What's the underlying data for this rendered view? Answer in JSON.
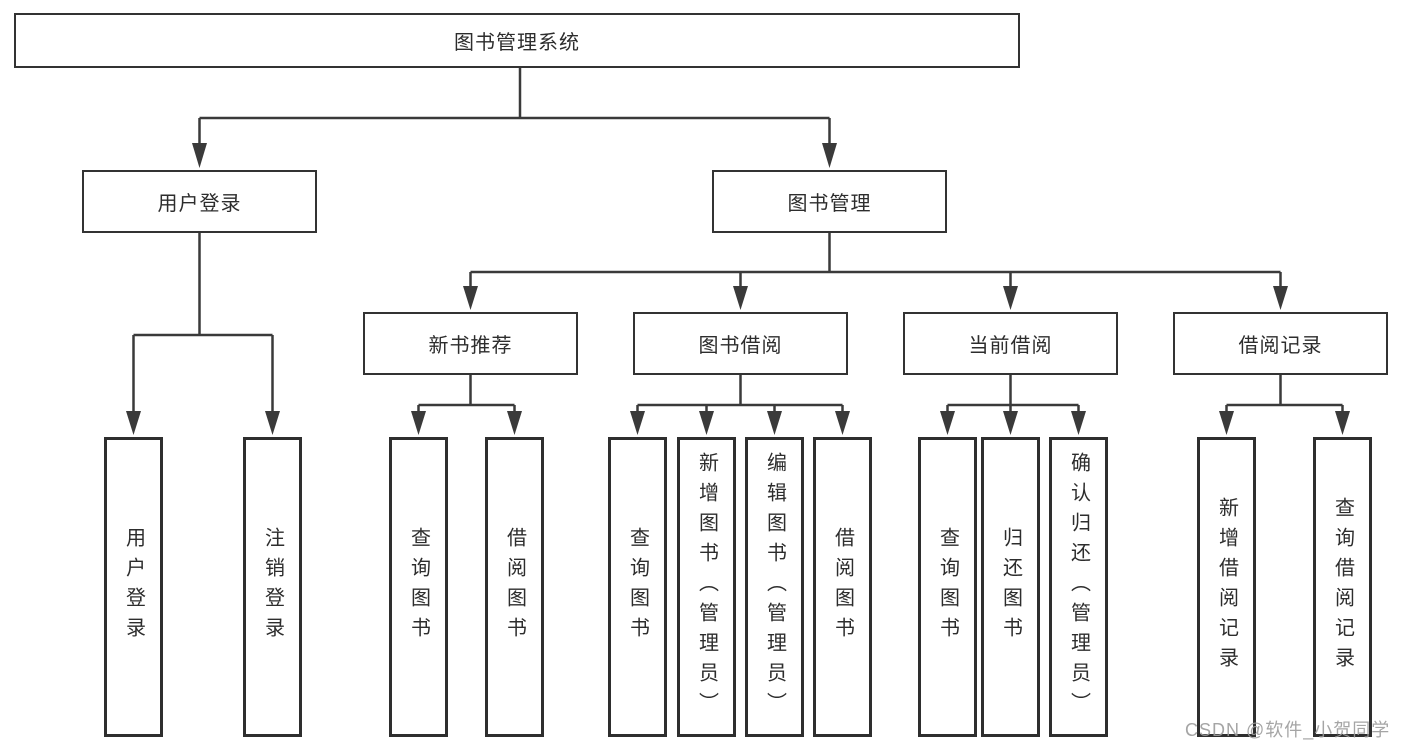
{
  "diagram": {
    "root": {
      "label": "图书管理系统",
      "children": [
        {
          "label": "用户登录",
          "children": [
            {
              "label": "用户登录"
            },
            {
              "label": "注销登录"
            }
          ]
        },
        {
          "label": "图书管理",
          "children": [
            {
              "label": "新书推荐",
              "children": [
                {
                  "label": "查询图书"
                },
                {
                  "label": "借阅图书"
                }
              ]
            },
            {
              "label": "图书借阅",
              "children": [
                {
                  "label": "查询图书"
                },
                {
                  "label": "新增图书（管理员）"
                },
                {
                  "label": "编辑图书（管理员）"
                },
                {
                  "label": "借阅图书"
                }
              ]
            },
            {
              "label": "当前借阅",
              "children": [
                {
                  "label": "查询图书"
                },
                {
                  "label": "归还图书"
                },
                {
                  "label": "确认归还（管理员）"
                }
              ]
            },
            {
              "label": "借阅记录",
              "children": [
                {
                  "label": "新增借阅记录"
                },
                {
                  "label": "查询借阅记录"
                }
              ]
            }
          ]
        }
      ]
    }
  },
  "watermark": {
    "text": "CSDN @软件_小贺同学"
  },
  "colors": {
    "line": "#3a3a3a",
    "box_border": "#333333",
    "box_background": "#ffffff",
    "text": "#2d2d2d",
    "watermark": "#9b9b9b"
  }
}
